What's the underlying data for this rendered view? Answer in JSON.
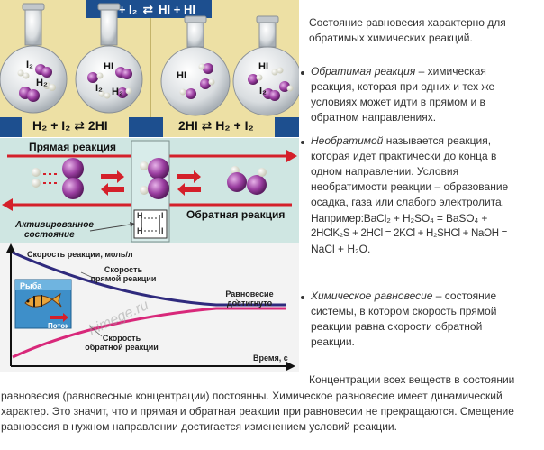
{
  "figure": {
    "top_equation_left": "H₂ + I₂",
    "top_equation_right": "HI + HI",
    "flask_labels": [
      "I₂",
      "H₂",
      "HI",
      "I₂",
      "H₂",
      "HI",
      "HI",
      "I₂"
    ],
    "left_reaction": "H₂ + I₂ ⇄ 2HI",
    "right_reaction": "2HI ⇄ H₂ + I₂",
    "forward_label": "Прямая реакция",
    "reverse_label": "Обратная реакция",
    "activated_label_line1": "Активированное",
    "activated_label_line2": "состояние",
    "complex_top": "H",
    "complex_bottom": "H",
    "complex_right_top": "I",
    "complex_right_bottom": "I",
    "rate_label": "Скорость реакции, моль/л",
    "forward_rate_line1": "Скорость",
    "forward_rate_line2": "прямой реакции",
    "reverse_rate_line1": "Скорость",
    "reverse_rate_line2": "обратной реакции",
    "equilibrium_line1": "Равновесие",
    "equilibrium_line2": "достигнуто",
    "time_label": "Время, с",
    "fish_label": "Рыба",
    "flow_label": "Поток",
    "watermark": "himege.ru",
    "colors": {
      "panel_yellow": "#ede0a4",
      "panel_teal": "#cfe6e2",
      "accent_blue": "#1d4f8f",
      "arrow_red": "#d4202a",
      "curve_blue": "#2f2a7d",
      "curve_pink": "#d8287a",
      "atom_purple": "#9b3fa1"
    }
  },
  "text": {
    "intro_line1": "Состояние равновесия характерно для",
    "intro_line2": "обратимых химических реакций.",
    "b1_term": "Обратимая реакция",
    "b1_line1_rest": " – химическая",
    "b1_line2": "реакция, которая при одних и тех же",
    "b1_line3": "условиях может идти в прямом и в",
    "b1_line4": "обратном направлениях.",
    "b2_term": "Необратимой",
    "b2_line1_rest": " называется реакция,",
    "b2_line2": "которая идет практически до конца в",
    "b2_line3": "одном направлении. Условия",
    "b2_line4": "необратимости реакции – образование",
    "b2_line5": "осадка, газа или слабого электролита.",
    "b2_line6": "Например:BaCl₂ + H₂SO₄ = BaSO₄ +",
    "b2_line7": "2HClK₂S + 2HCl = 2KCl + H₂SHCl + NaOH =",
    "b2_line8": "NaCl + H₂O.",
    "b3_term": "Химическое равновесие",
    "b3_line1_rest": " – состояние",
    "b3_line2": "системы, в котором скорость прямой",
    "b3_line3": "реакции равна скорости обратной",
    "b3_line4": "реакции.",
    "p_line1": "Концентрации всех веществ в состоянии",
    "p_line2": "равновесия (равновесные концентрации) постоянны. Химическое равновесие имеет динамический",
    "p_line3": "характер. Это значит, что и прямая и обратная реакции при равновесии не прекращаются. Смещение",
    "p_line4": "равновесия в нужном направлении достигается изменением условий реакции."
  }
}
